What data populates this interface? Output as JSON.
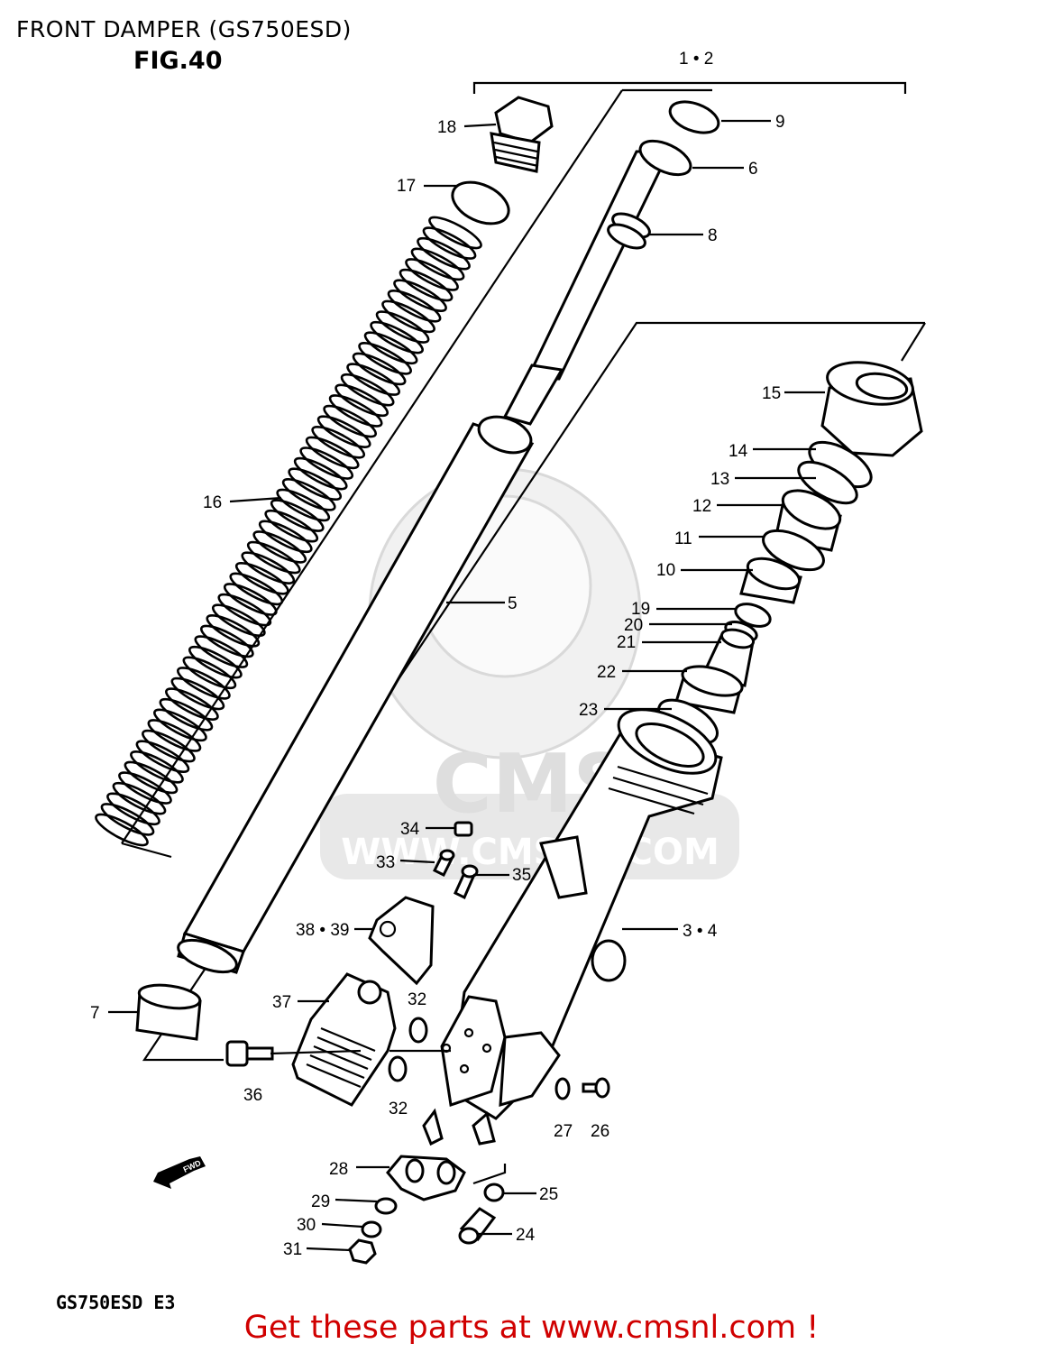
{
  "header": {
    "title": "FRONT DAMPER (GS750ESD)",
    "figure": "FIG.40"
  },
  "footer": {
    "model_code": "GS750ESD E3",
    "cta": "Get these parts at www.cmsnl.com !",
    "cta_color": "#d00000"
  },
  "watermark": {
    "text": "WWW.CMSNL.COM",
    "logo_text": "CMS",
    "color": "#e0e0e0"
  },
  "direction_arrow": "FWD",
  "labels": {
    "p1_2": "1 • 2",
    "p3_4": "3 • 4",
    "p5": "5",
    "p6": "6",
    "p7": "7",
    "p8": "8",
    "p9": "9",
    "p10": "10",
    "p11": "11",
    "p12": "12",
    "p13": "13",
    "p14": "14",
    "p15": "15",
    "p16": "16",
    "p17": "17",
    "p18": "18",
    "p19": "19",
    "p20": "20",
    "p21": "21",
    "p22": "22",
    "p23": "23",
    "p24": "24",
    "p25": "25",
    "p26": "26",
    "p27": "27",
    "p28": "28",
    "p29": "29",
    "p30": "30",
    "p31": "31",
    "p32a": "32",
    "p32b": "32",
    "p33": "33",
    "p34": "34",
    "p35": "35",
    "p36": "36",
    "p37": "37",
    "p38_39": "38 • 39"
  }
}
